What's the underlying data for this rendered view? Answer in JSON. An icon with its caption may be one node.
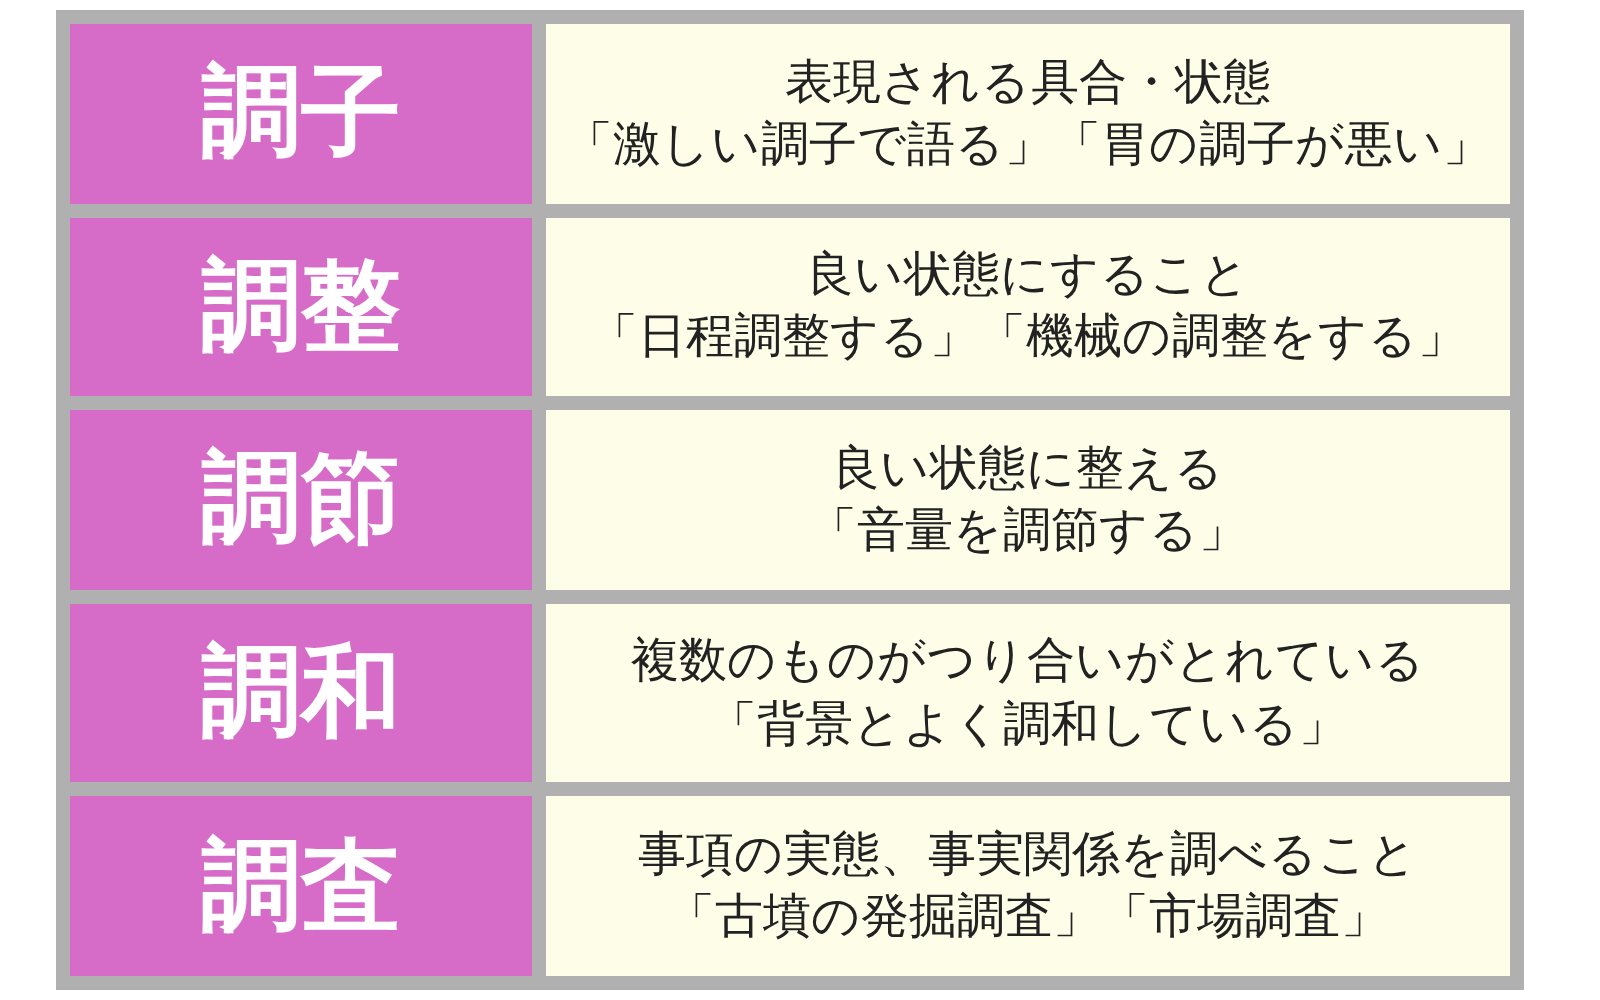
{
  "diagram": {
    "labels": [
      "調子",
      "表現される具合・状態",
      "「激しい調子で語る」「胃の調子が悪い」",
      "調整",
      "良い状態にすること",
      "「日程調整する」「機械の調整をする」",
      "調節",
      "良い状態に整える",
      "「音量を調節する」",
      "調和",
      "複数のものがつり合いがとれている",
      "「背景とよく調和している」",
      "調査",
      "事項の実態、事実関係を調べること",
      "「古墳の発掘調査」「市場調査」"
    ]
  }
}
